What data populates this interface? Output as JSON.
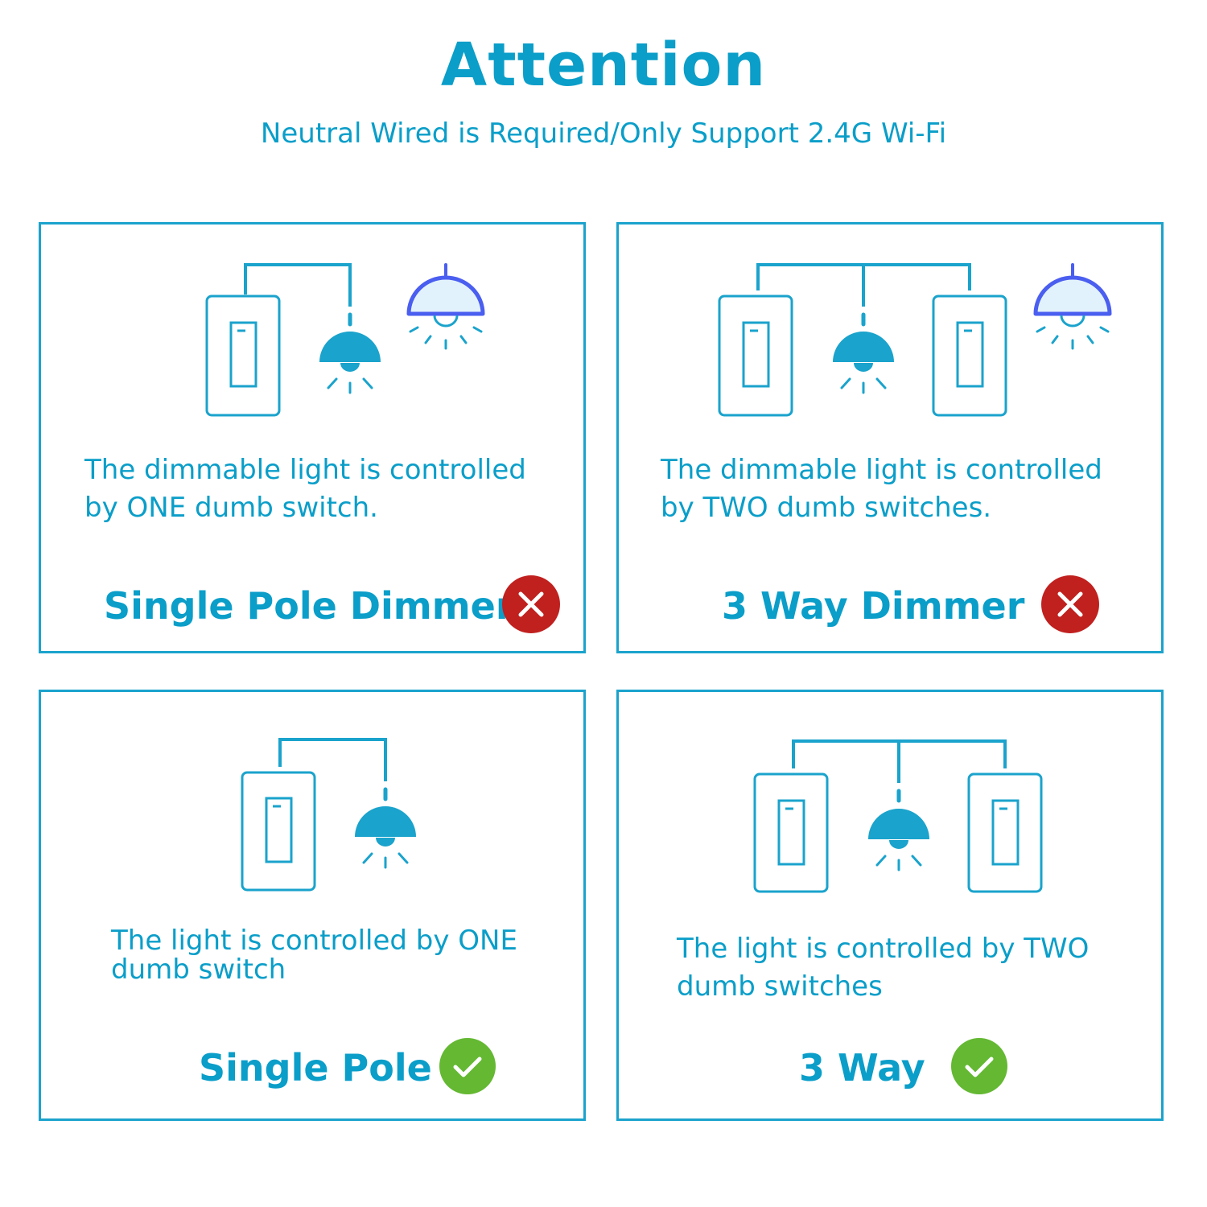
{
  "header": {
    "title": "Attention",
    "subtitle": "Neutral Wired is Required/Only Support 2.4G Wi-Fi"
  },
  "panels": [
    {
      "description_lines": [
        "The dimmable light is controlled",
        "by ONE dumb switch."
      ],
      "label": "Single Pole Dimmer",
      "status_icon": "cross-icon",
      "status": "not-supported"
    },
    {
      "description_lines": [
        "The dimmable light is controlled",
        "by TWO dumb switches."
      ],
      "label": "3 Way Dimmer",
      "status_icon": "cross-icon",
      "status": "not-supported"
    },
    {
      "description_lines": [
        "The light is controlled by ONE",
        "dumb switch"
      ],
      "label": "Single Pole",
      "status_icon": "check-icon",
      "status": "supported"
    },
    {
      "description_lines": [
        "The light is controlled by TWO",
        "dumb switches"
      ],
      "label": "3 Way",
      "status_icon": "check-icon",
      "status": "supported"
    }
  ],
  "colors": {
    "accent": "#0a9ec9",
    "cross_badge": "#c0201e",
    "check_badge": "#64b832",
    "dimmer_lamp_outline": "#4a5ef0",
    "dimmer_lamp_fill": "#e2f2fc"
  }
}
